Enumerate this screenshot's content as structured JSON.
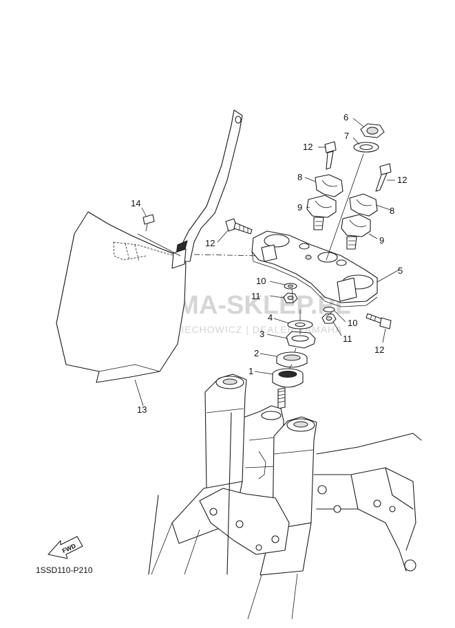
{
  "diagram": {
    "code": "1SSD110-P210",
    "fwd_label": "FWD",
    "watermark": {
      "brand": "YAMA-SKLEP.PL",
      "dealer": "WOJCIECHOWICZ | DEALER YAMAHA"
    },
    "callouts": {
      "c1": "1",
      "c2": "2",
      "c3": "3",
      "c4": "4",
      "c5": "5",
      "c6": "6",
      "c7": "7",
      "c8a": "8",
      "c8b": "8",
      "c9a": "9",
      "c9b": "9",
      "c10a": "10",
      "c10b": "10",
      "c11a": "11",
      "c11b": "11",
      "c12a": "12",
      "c12b": "12",
      "c12c": "12",
      "c12d": "12",
      "c13": "13",
      "c14": "14"
    }
  }
}
